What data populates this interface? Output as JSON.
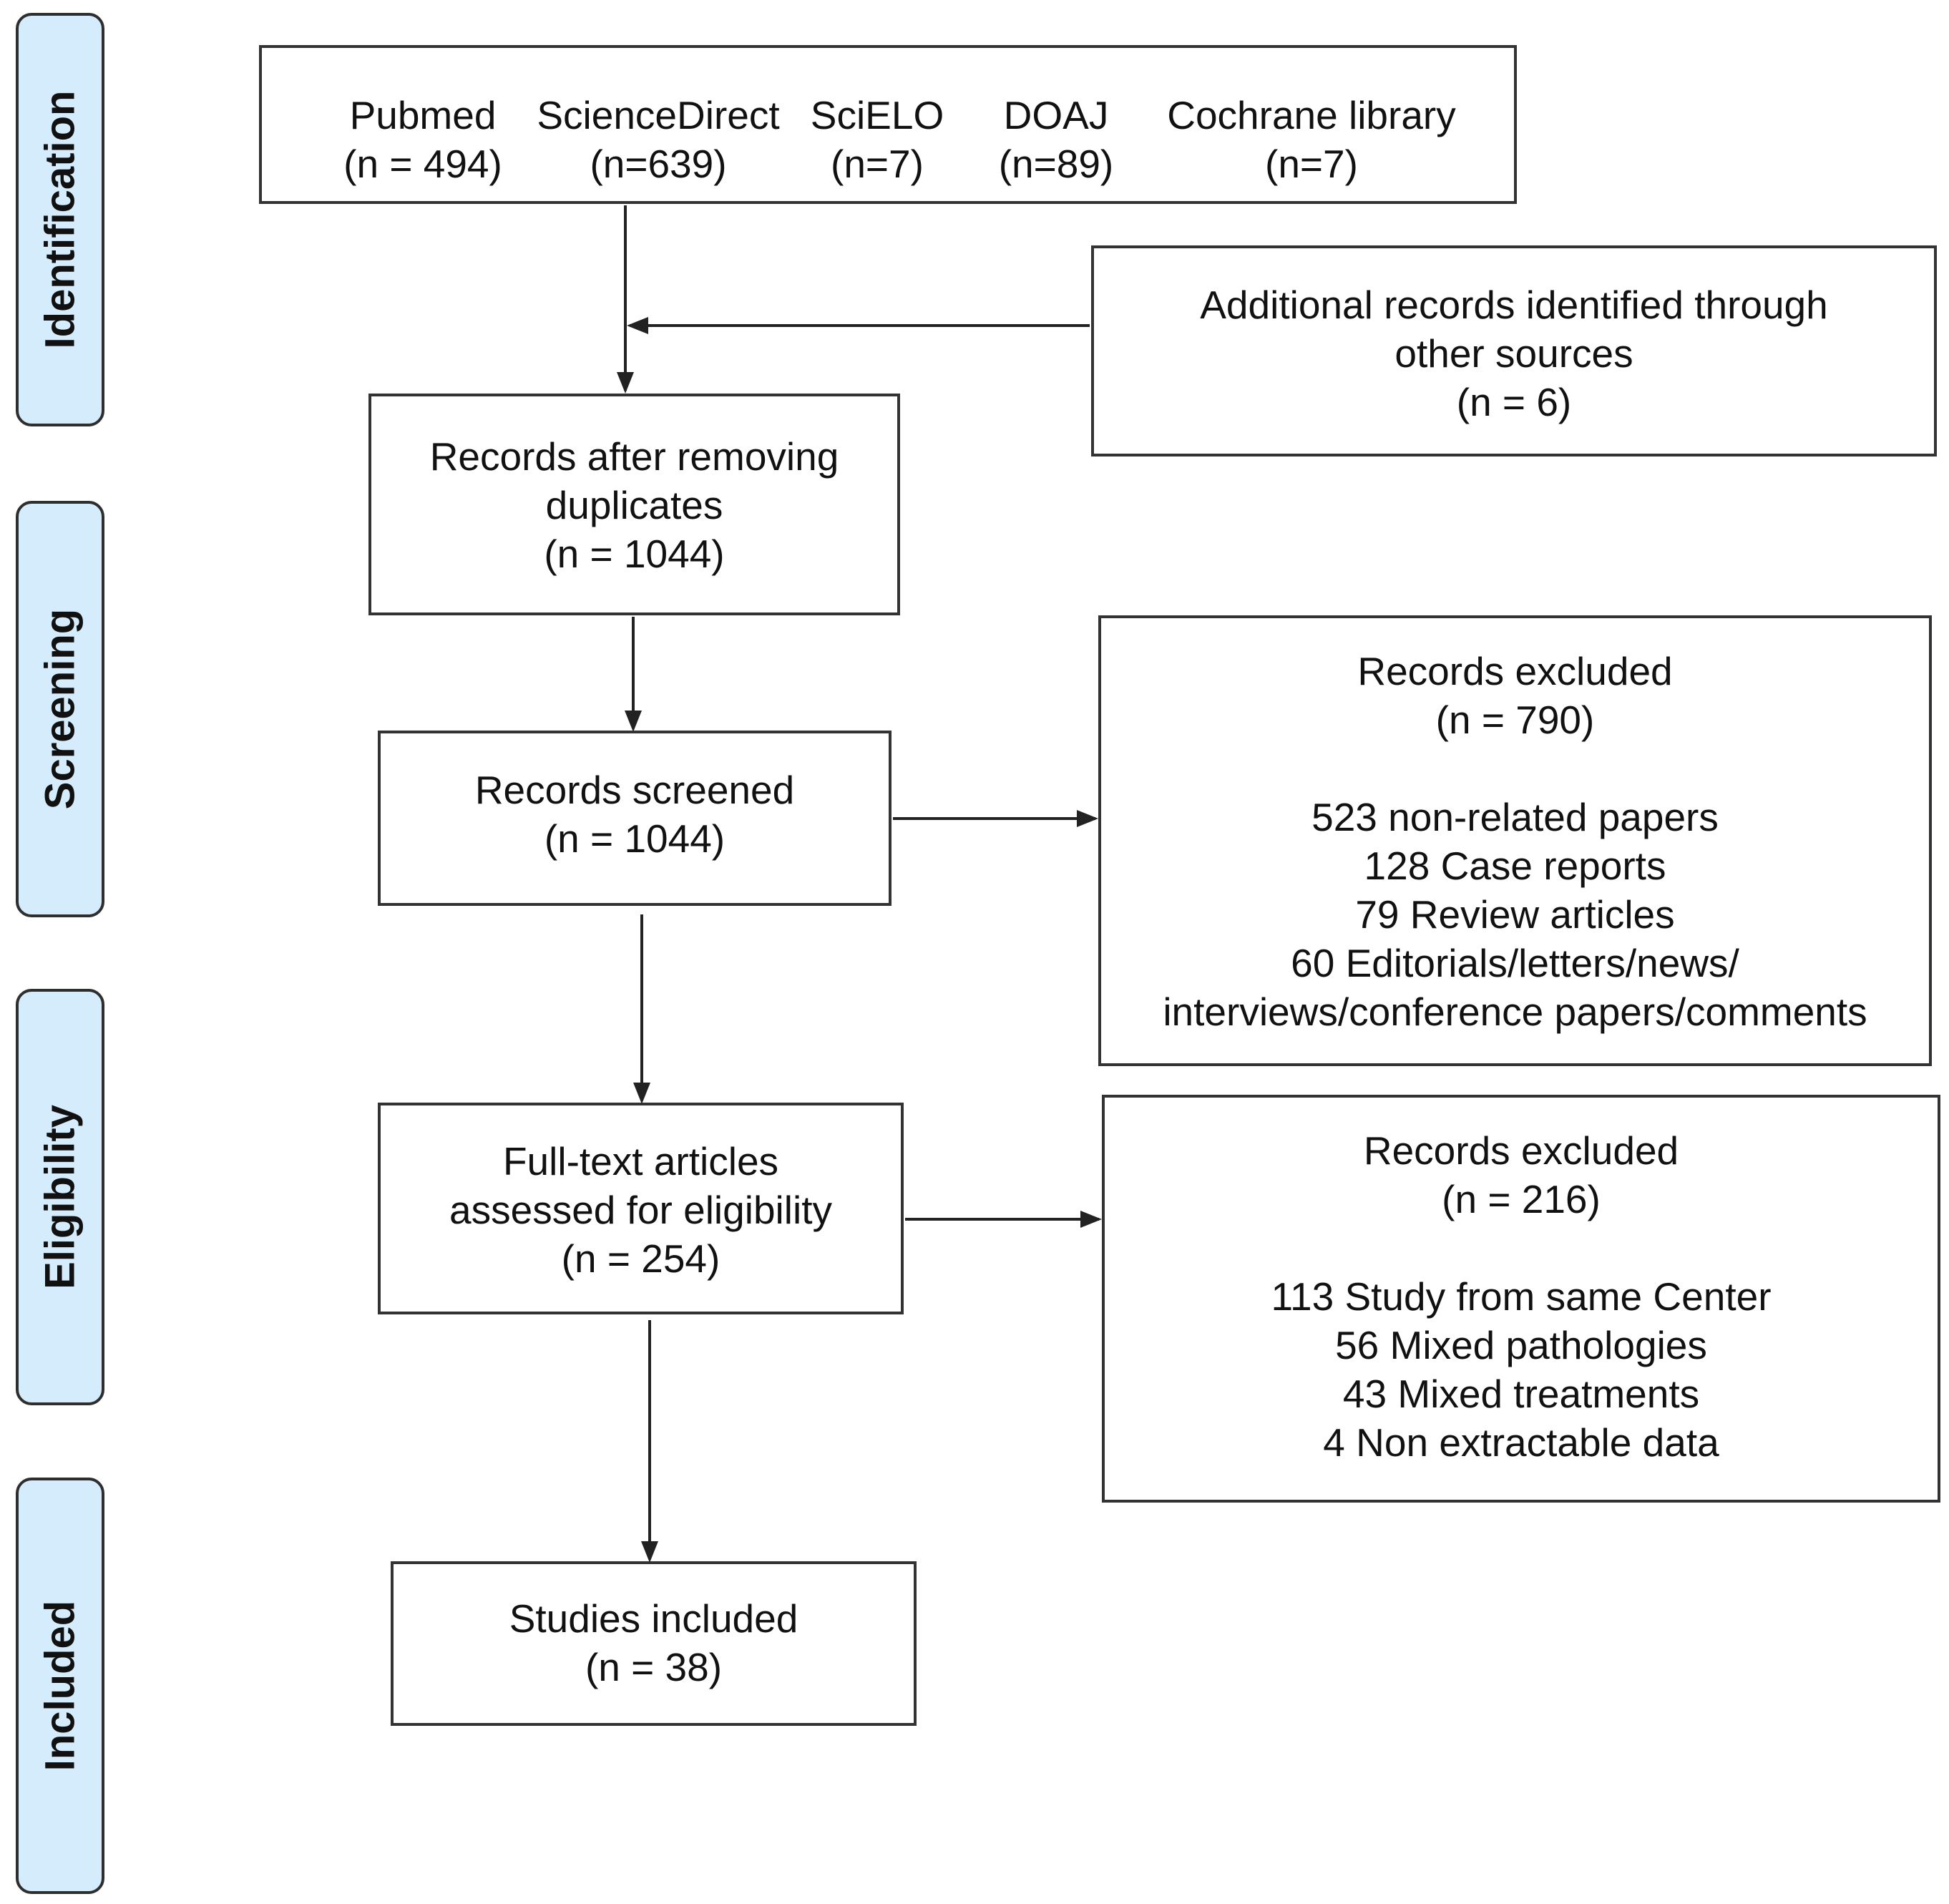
{
  "phases": {
    "identification": "Identification",
    "screening": "Screening",
    "eligibility": "Eligibility",
    "included": "Included"
  },
  "databases": [
    {
      "name": "Pubmed",
      "count": "(n = 494)"
    },
    {
      "name": "ScienceDirect",
      "count": "(n=639)"
    },
    {
      "name": "SciELO",
      "count": "(n=7)"
    },
    {
      "name": "DOAJ",
      "count": "(n=89)"
    },
    {
      "name": "Cochrane library",
      "count": "(n=7)"
    }
  ],
  "additional_records": {
    "line1": "Additional records identified through",
    "line2": "other sources",
    "count": "(n = 6)"
  },
  "after_duplicates": {
    "line1": "Records after removing",
    "line2": "duplicates",
    "count": "(n = 1044)"
  },
  "screened": {
    "label": "Records screened",
    "count": "(n = 1044)"
  },
  "screening_excluded": {
    "label": "Records excluded",
    "count": "(n = 790)",
    "reasons": [
      "523 non-related papers",
      "128 Case reports",
      "79 Review articles",
      "60 Editorials/letters/news/",
      "interviews/conference papers/comments"
    ]
  },
  "full_text": {
    "line1": "Full-text articles",
    "line2": "assessed for eligibility",
    "count": "(n = 254)"
  },
  "eligibility_excluded": {
    "label": "Records excluded",
    "count": "(n = 216)",
    "reasons": [
      "113 Study from same Center",
      "56 Mixed pathologies",
      "43 Mixed treatments",
      "4 Non extractable data"
    ]
  },
  "included_studies": {
    "label": "Studies included",
    "count": "(n = 38)"
  },
  "colors": {
    "phase_fill": "#d4ecfb",
    "line": "#333333"
  }
}
